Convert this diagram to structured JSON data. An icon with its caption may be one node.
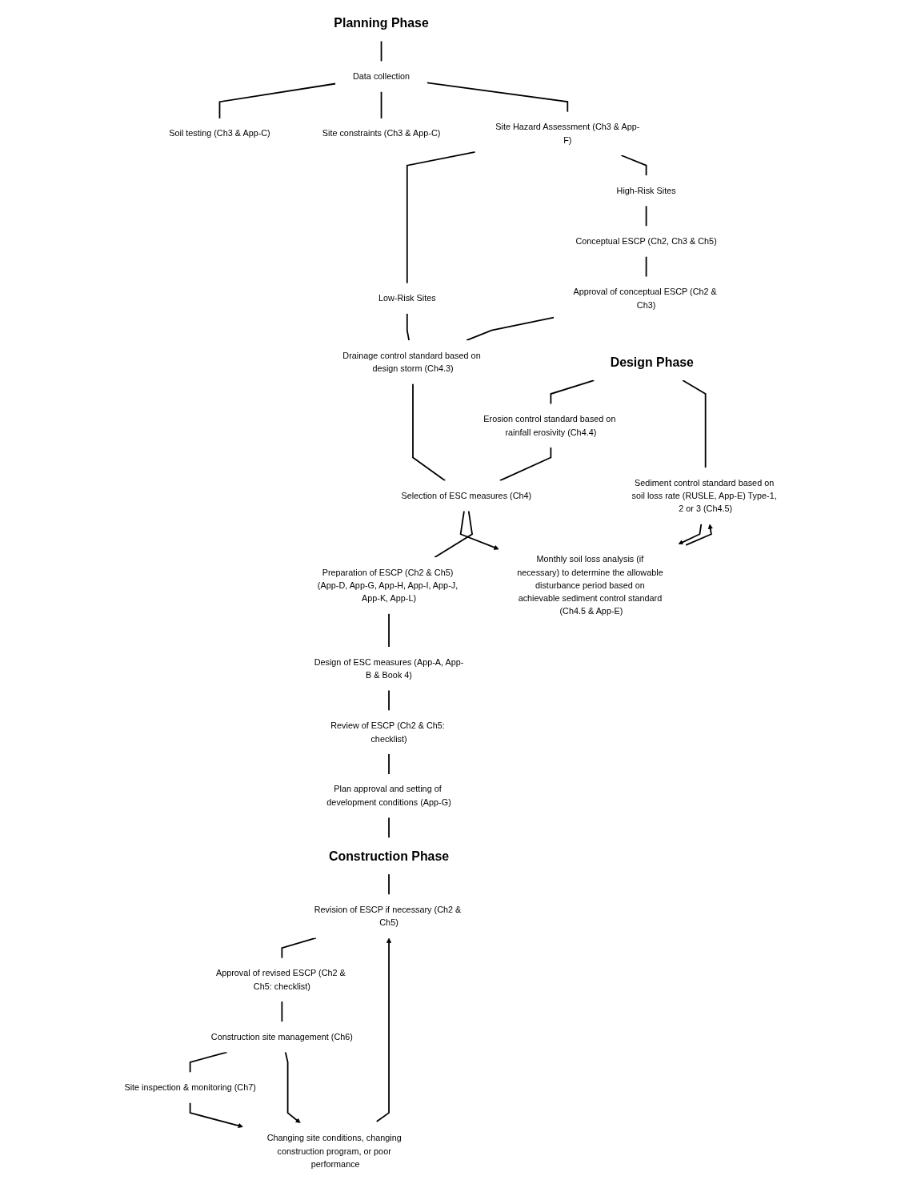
{
  "diagram": {
    "nodes": [
      {
        "text": [
          "Planning Phase"
        ]
      },
      {
        "text": [
          "Data collection"
        ]
      },
      {
        "text": [
          "Soil testing (Ch3 & App-C)"
        ]
      },
      {
        "text": [
          "Site constraints (Ch3 & App-C)"
        ]
      },
      {
        "text": [
          "Site Hazard Assessment (Ch3 & App-F)"
        ]
      },
      {
        "text": [
          "Low-Risk Sites"
        ]
      },
      {
        "text": [
          "High-Risk Sites"
        ]
      },
      {
        "text": [
          "Conceptual ESCP (Ch2, Ch3 & Ch5)"
        ]
      },
      {
        "text": [
          "Approval of conceptual ESCP (Ch2 & Ch3)"
        ]
      },
      {
        "text": [
          "Design Phase"
        ]
      },
      {
        "text": [
          "Drainage control standard based on design storm (Ch4.3)"
        ]
      },
      {
        "text": [
          "Erosion control standard based on rainfall erosivity (Ch4.4)"
        ]
      },
      {
        "text": [
          "Sediment control standard based on soil loss rate (RUSLE, App-E) Type-1, 2 or 3 (Ch4.5)"
        ]
      },
      {
        "text": [
          "Selection of ESC measures (Ch4)"
        ]
      },
      {
        "text": [
          "Monthly soil loss analysis (if necessary) to determine the allowable disturbance period based on achievable sediment control standard (Ch4.5 & App-E)"
        ]
      },
      {
        "text": [
          "Preparation of ESCP (Ch2 & Ch5) (App-D, App-G, App-H, App-I, App-J, App-K, App-L)"
        ]
      },
      {
        "text": [
          "Design of ESC measures (App-A, App-B & Book 4)"
        ]
      },
      {
        "text": [
          "Review of ESCP (Ch2 & Ch5: checklist)"
        ]
      },
      {
        "text": [
          "Plan approval and setting of development conditions (App-G)"
        ]
      },
      {
        "text": [
          "Construction Phase"
        ]
      },
      {
        "text": [
          "Revision of ESCP if necessary (Ch2 & Ch5)"
        ]
      },
      {
        "text": [
          "Approval of revised ESCP (Ch2 & Ch5: checklist)"
        ]
      },
      {
        "text": [
          "Construction site management (Ch6)"
        ]
      },
      {
        "text": [
          "Site inspection & monitoring (Ch7)"
        ]
      },
      {
        "text": [
          "Changing site conditions, changing construction program, or poor performance"
        ]
      }
    ],
    "edges": [
      {
        "from": 0,
        "to": 1,
        "arrow": "none"
      },
      {
        "from": 1,
        "to": 2,
        "arrow": "none"
      },
      {
        "from": 1,
        "to": 3,
        "arrow": "none"
      },
      {
        "from": 1,
        "to": 4,
        "arrow": "none"
      },
      {
        "from": 4,
        "to": 5,
        "arrow": "none"
      },
      {
        "from": 4,
        "to": 6,
        "arrow": "none"
      },
      {
        "from": 6,
        "to": 7,
        "arrow": "none"
      },
      {
        "from": 7,
        "to": 8,
        "arrow": "none"
      },
      {
        "from": 5,
        "to": 10,
        "arrow": "none"
      },
      {
        "from": 8,
        "to": 10,
        "arrow": "none"
      },
      {
        "from": 9,
        "to": 11,
        "arrow": "none"
      },
      {
        "from": 9,
        "to": 12,
        "arrow": "none"
      },
      {
        "from": 10,
        "to": 13,
        "arrow": "none"
      },
      {
        "from": 11,
        "to": 13,
        "arrow": "none"
      },
      {
        "from": 12,
        "to": 14,
        "arrow": "to"
      },
      {
        "from": 13,
        "to": 14,
        "arrow": "to"
      },
      {
        "from": 14,
        "to": 12,
        "arrow": "to"
      },
      {
        "from": 13,
        "to": 15,
        "arrow": "none"
      },
      {
        "from": 15,
        "to": 16,
        "arrow": "none"
      },
      {
        "from": 16,
        "to": 17,
        "arrow": "none"
      },
      {
        "from": 17,
        "to": 18,
        "arrow": "none"
      },
      {
        "from": 18,
        "to": 19,
        "arrow": "none"
      },
      {
        "from": 19,
        "to": 20,
        "arrow": "none"
      },
      {
        "from": 20,
        "to": 21,
        "arrow": "none"
      },
      {
        "from": 21,
        "to": 22,
        "arrow": "none"
      },
      {
        "from": 22,
        "to": 23,
        "arrow": "none"
      },
      {
        "from": 22,
        "to": 24,
        "arrow": "to"
      },
      {
        "from": 23,
        "to": 24,
        "arrow": "to"
      },
      {
        "from": 24,
        "to": 20,
        "arrow": "to"
      }
    ]
  }
}
